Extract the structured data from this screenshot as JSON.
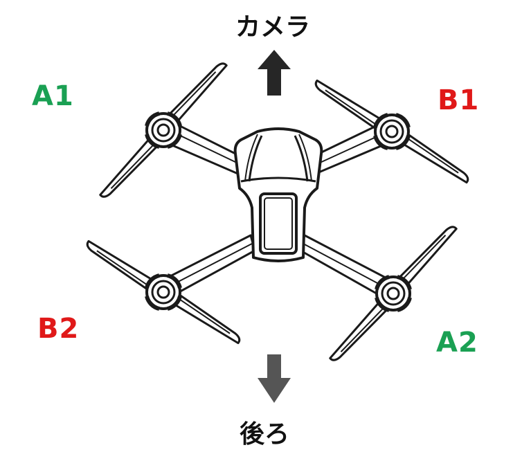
{
  "labels": {
    "front": "カメラ",
    "back": "後ろ"
  },
  "motors": [
    {
      "name": "a1",
      "label": "A1",
      "color": "#1aa053"
    },
    {
      "name": "b1",
      "label": "B1",
      "color": "#e01919"
    },
    {
      "name": "b2",
      "label": "B2",
      "color": "#e01919"
    },
    {
      "name": "a2",
      "label": "A2",
      "color": "#1aa053"
    }
  ],
  "colors": {
    "outline": "#1a1a1a",
    "arrow_front": "#262626",
    "arrow_back": "#555555"
  }
}
